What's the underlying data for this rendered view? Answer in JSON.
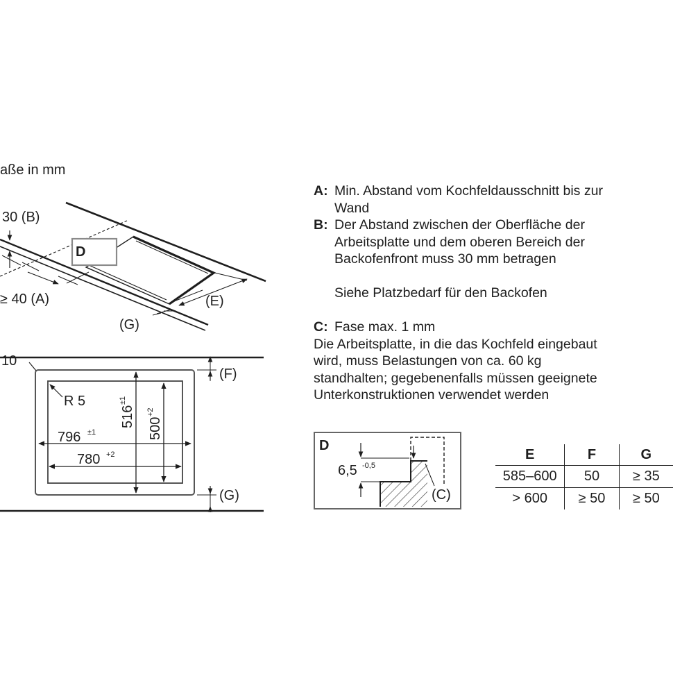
{
  "top_left": {
    "units_note": "aße in mm",
    "label_B": "30 (B)",
    "label_A": "≥ 40 (A)",
    "label_D": "D",
    "label_E": "(E)",
    "label_G": "(G)"
  },
  "cutout": {
    "label_10": "10",
    "label_R5": "R 5",
    "label_796": "796",
    "sup_796": "±1",
    "label_780": "780",
    "sup_780": "+2",
    "label_516": "516",
    "sup_516": "±1",
    "label_500": "500",
    "sup_500": "+2",
    "label_F": "(F)",
    "label_G": "(G)"
  },
  "legend": {
    "A_key": "A:",
    "A_line1": "Min. Abstand vom Kochfeldausschnitt bis zur",
    "A_line2": "Wand",
    "B_key": "B:",
    "B_line1": "Der Abstand zwischen der Oberfläche der",
    "B_line2": "Arbeitsplatte und dem oberen Bereich der",
    "B_line3": "Backofenfront muss 30 mm betragen",
    "B_line4": "Siehe Platzbedarf für den Backofen",
    "C_key": "C:",
    "C_line1": "Fase max. 1 mm",
    "note_line1": "Die Arbeitsplatte, in die das Kochfeld eingebaut",
    "note_line2": "wird, muss Belastungen von ca. 60 kg",
    "note_line3": "standhalten; gegebenenfalls müssen geeignete",
    "note_line4": "Unterkonstruktionen verwendet werden"
  },
  "detail_D": {
    "label_D": "D",
    "dim": "6,5",
    "dim_sup": "-0,5",
    "label_C": "(C)"
  },
  "dims_table": {
    "headers": [
      "E",
      "F",
      "G"
    ],
    "rows": [
      [
        "585–600",
        "50",
        "≥ 35"
      ],
      [
        "> 600",
        "≥ 50",
        "≥ 50"
      ]
    ]
  }
}
